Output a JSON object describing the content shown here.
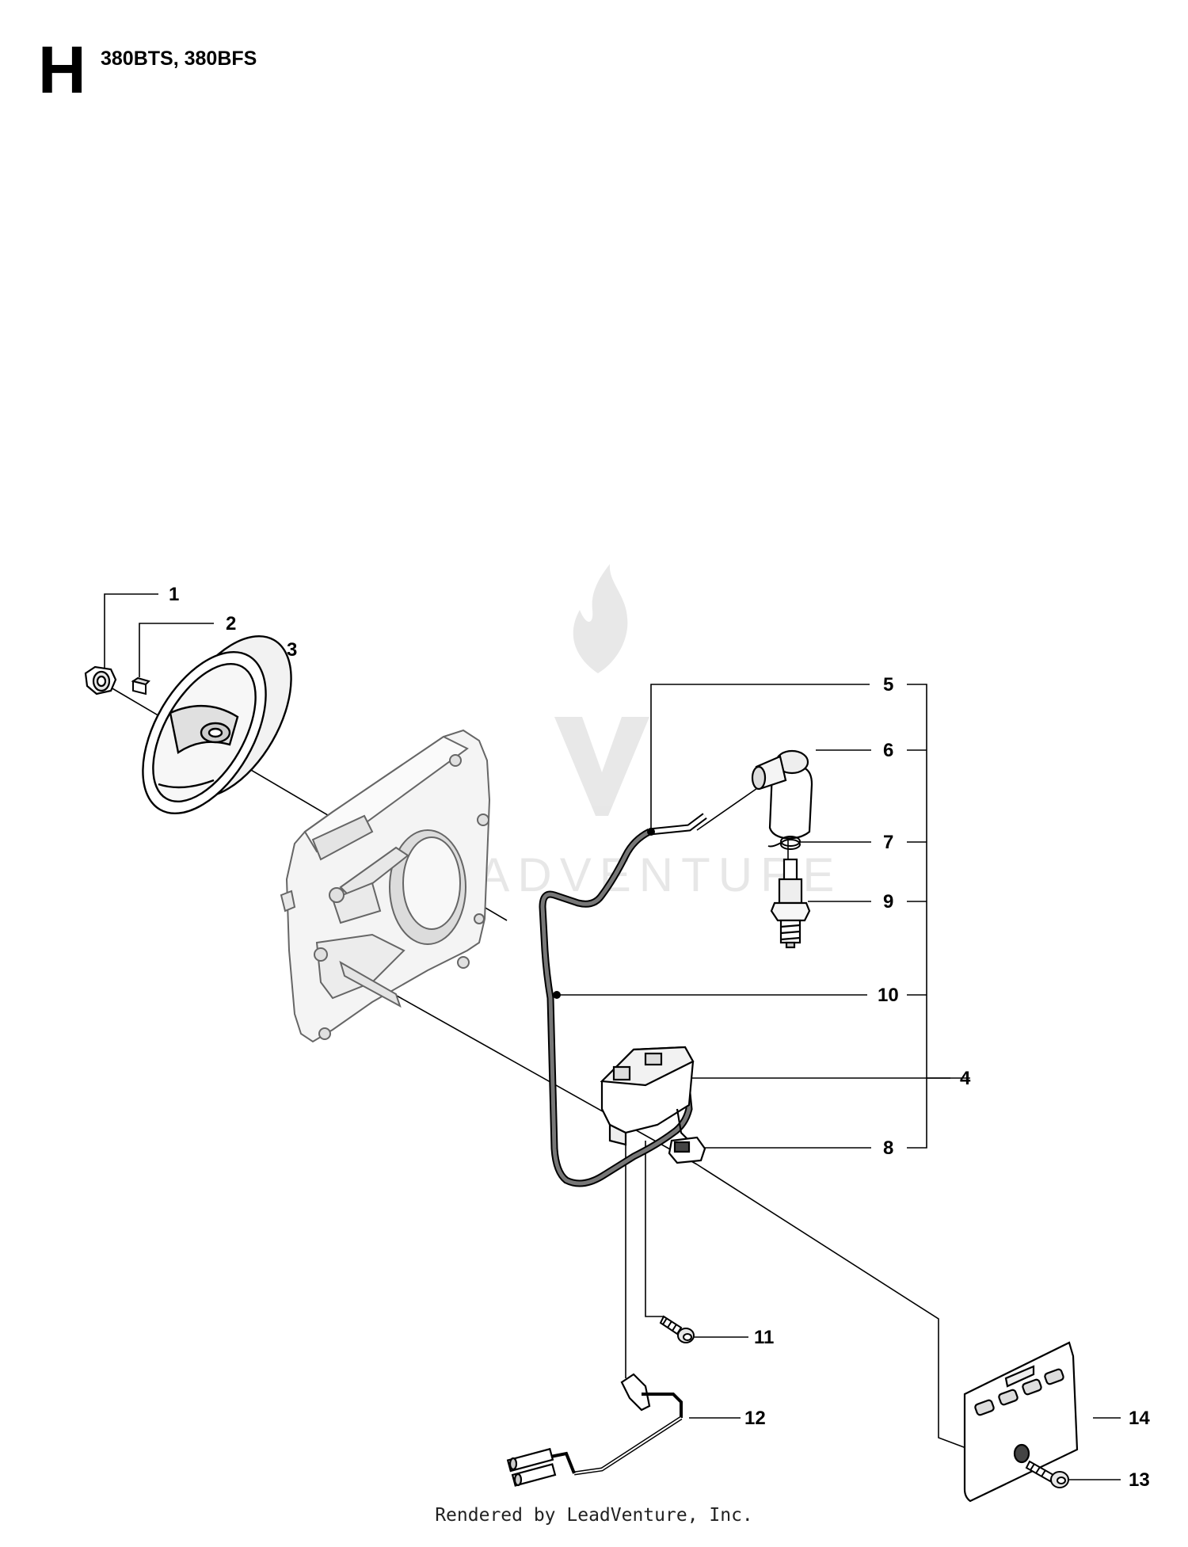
{
  "header": {
    "section_letter": "H",
    "models": "380BTS, 380BFS"
  },
  "watermark": {
    "brand": "LEADVENTURE"
  },
  "callouts": [
    {
      "id": "1",
      "label": "1"
    },
    {
      "id": "2",
      "label": "2"
    },
    {
      "id": "3",
      "label": "3"
    },
    {
      "id": "5",
      "label": "5"
    },
    {
      "id": "6",
      "label": "6"
    },
    {
      "id": "7",
      "label": "7"
    },
    {
      "id": "9",
      "label": "9"
    },
    {
      "id": "10",
      "label": "10"
    },
    {
      "id": "4",
      "label": "4"
    },
    {
      "id": "8",
      "label": "8"
    },
    {
      "id": "11",
      "label": "11"
    },
    {
      "id": "12",
      "label": "12"
    },
    {
      "id": "14",
      "label": "14"
    },
    {
      "id": "13",
      "label": "13"
    }
  ],
  "footer": {
    "credit": "Rendered by LeadVenture, Inc."
  }
}
